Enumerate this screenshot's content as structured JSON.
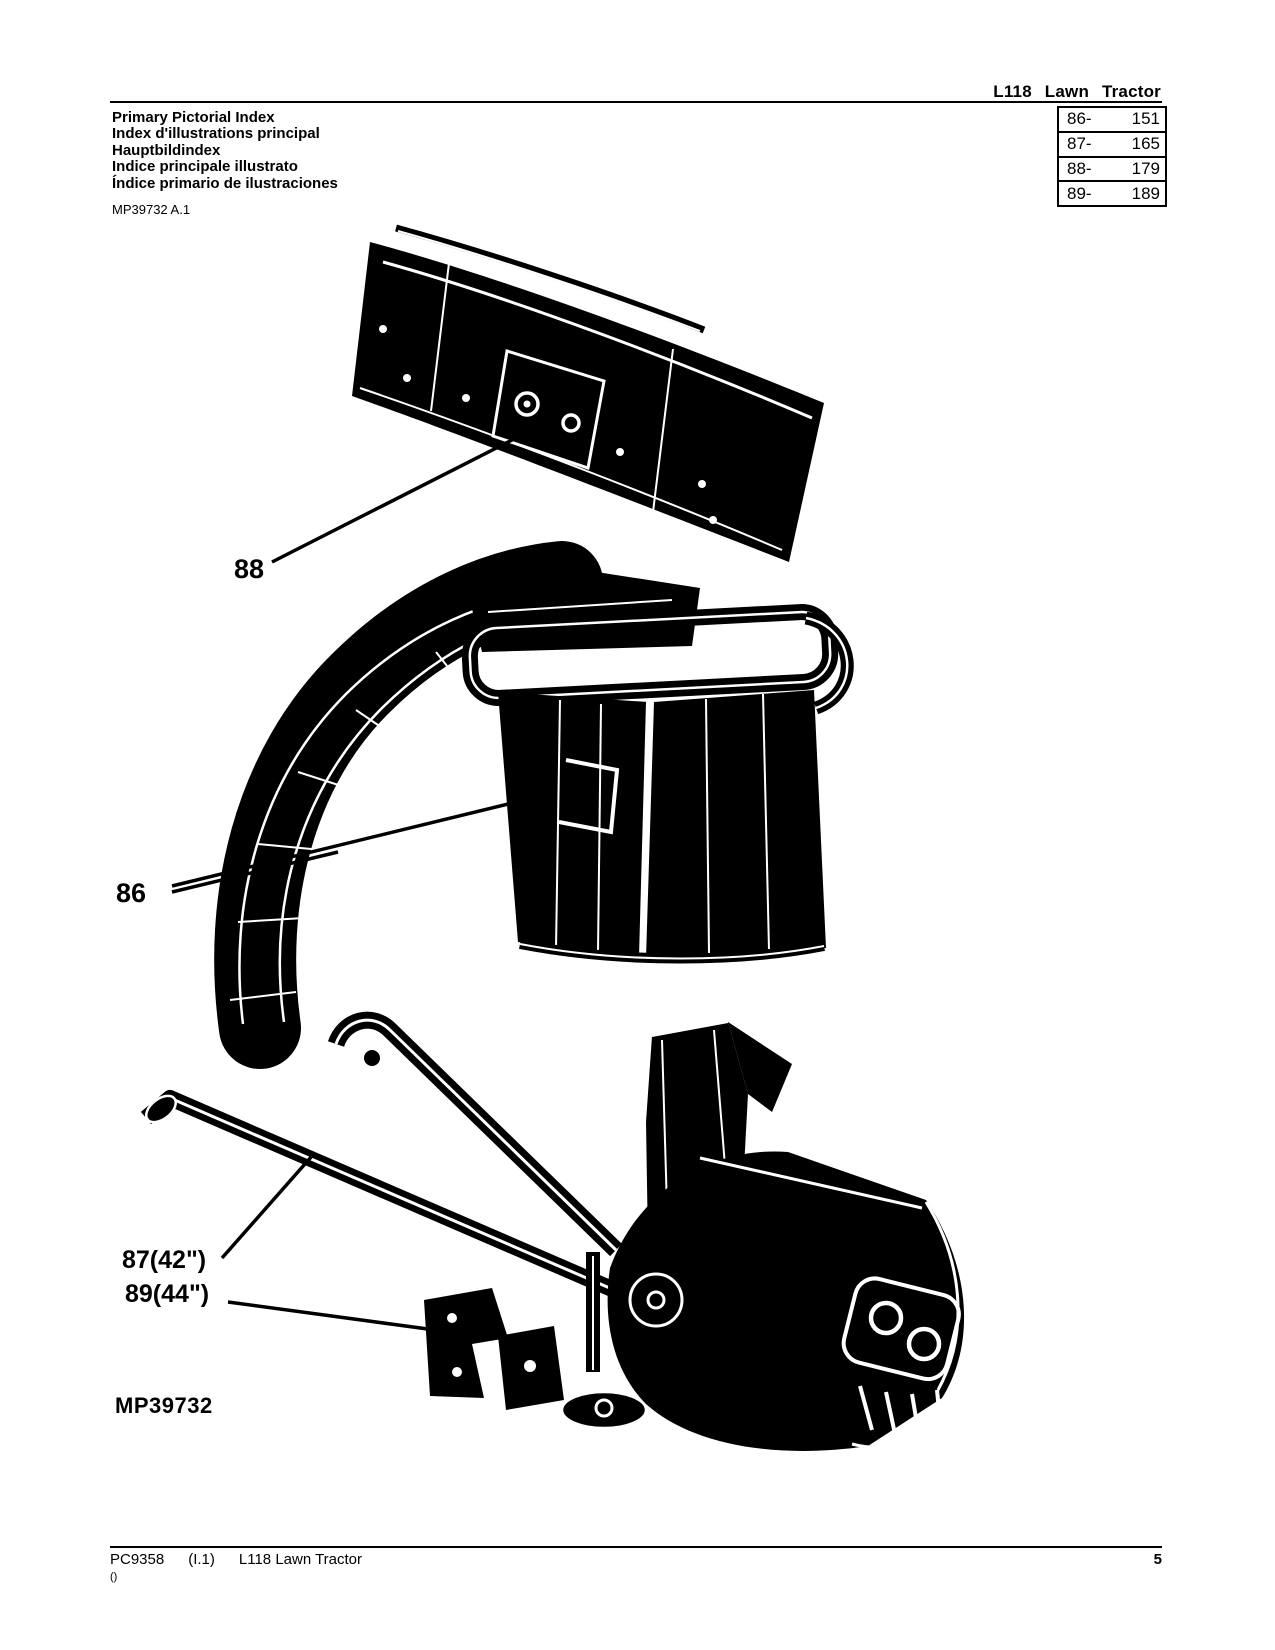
{
  "header": {
    "model": "L118 Lawn Tractor"
  },
  "title_block": {
    "lines": [
      "Primary Pictorial Index",
      "Index d'illustrations principal",
      "Hauptbildindex",
      "Indice principale illustrato",
      "Índice primario de ilustraciones"
    ],
    "revision": "MP39732 A.1"
  },
  "index_table": {
    "rows": [
      {
        "ref": "86-",
        "page": "151"
      },
      {
        "ref": "87-",
        "page": "165"
      },
      {
        "ref": "88-",
        "page": "179"
      },
      {
        "ref": "89-",
        "page": "189"
      }
    ]
  },
  "callouts": {
    "blade": "88",
    "bagger": "86",
    "blower_42": "87(42\")",
    "blower_44": "89(44\")"
  },
  "figure_code": "MP39732",
  "footer": {
    "document_number": "PC9358",
    "section": "(I.1)",
    "model": "L118 Lawn Tractor",
    "page_number": "5",
    "note": "()"
  }
}
